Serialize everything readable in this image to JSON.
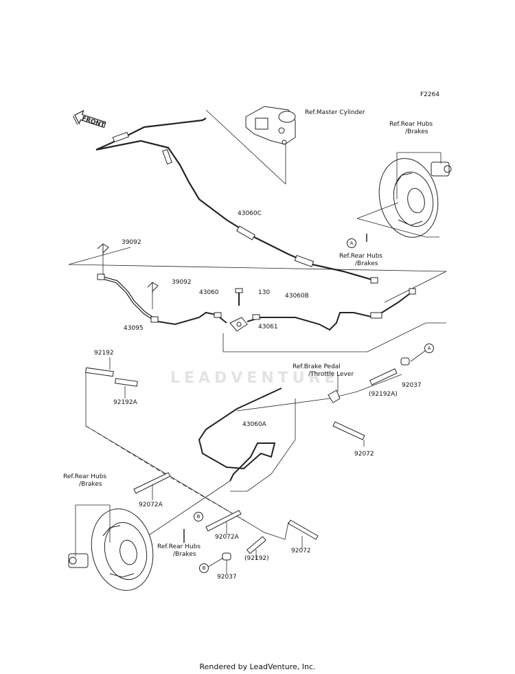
{
  "diagram": {
    "figure_code": "F2264",
    "watermark": "LEADVENTURE",
    "front_label": "FRONT",
    "footer": "Rendered by LeadVenture, Inc.",
    "refs": {
      "master_cylinder": "Ref.Master Cylinder",
      "rear_hubs_top_1": "Ref.Rear Hubs",
      "rear_hubs_top_2": "/Brakes",
      "rear_hubs_mid_1": "Ref.Rear Hubs",
      "rear_hubs_mid_2": "/Brakes",
      "brake_pedal_1": "Ref.Brake Pedal",
      "brake_pedal_2": "/Throttle Lever",
      "rear_hubs_left_1": "Ref.Rear Hubs",
      "rear_hubs_left_2": "/Brakes",
      "rear_hubs_bottom_1": "Ref.Rear Hubs",
      "rear_hubs_bottom_2": "/Brakes"
    },
    "parts": {
      "p43060C": "43060C",
      "p39092_a": "39092",
      "p39092_b": "39092",
      "p43060": "43060",
      "p130": "130",
      "p43060B": "43060B",
      "p43095": "43095",
      "p43061": "43061",
      "p92192": "92192",
      "p92192A": "92192A",
      "p92192A_paren": "(92192A)",
      "p92037_right": "92037",
      "p43060A": "43060A",
      "p92072_right": "92072",
      "p92072A_left": "92072A",
      "p92072A_mid": "92072A",
      "p92192_paren": "(92192)",
      "p92072_bottom": "92072",
      "p92037_bottom": "92037"
    },
    "callouts": {
      "a_top": "A",
      "a_right": "A",
      "b_mid": "B",
      "b_bottom": "B"
    }
  }
}
